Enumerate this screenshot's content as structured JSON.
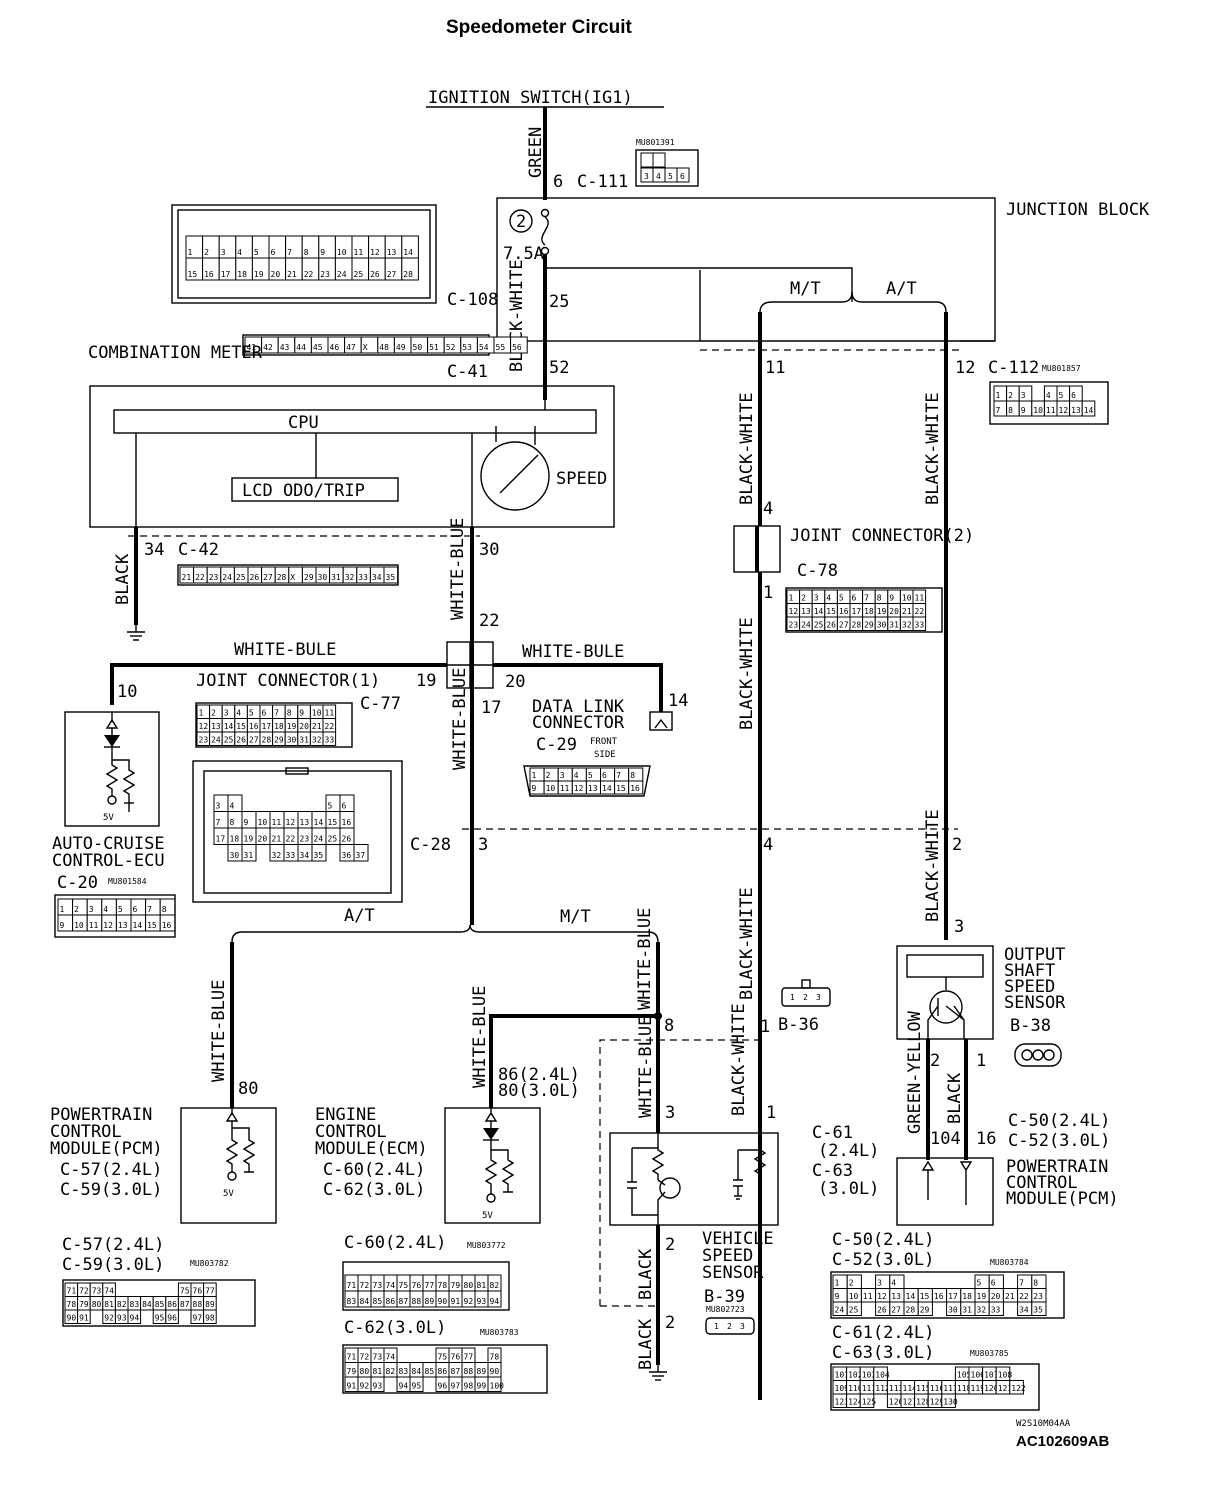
{
  "title": "Speedometer Circuit",
  "source": "IGNITION SWITCH(IG1)",
  "wires": {
    "green": "GREEN",
    "black_white": "BLACK-WHITE",
    "black": "BLACK",
    "white_blue": "WHITE-BLUE",
    "white_bule": "WHITE-BULE",
    "green_yellow": "GREEN-YELLOW"
  },
  "junction_block": {
    "name": "JUNCTION BLOCK",
    "fuse_no": "2",
    "fuse_rating": "7.5A",
    "mt": "M/T",
    "at": "A/T"
  },
  "combination_meter": {
    "name": "COMBINATION METER",
    "cpu": "CPU",
    "lcd": "LCD ODO/TRIP",
    "speed": "SPEED"
  },
  "connectors": {
    "c111": "C-111",
    "c108": "C-108",
    "c41": "C-41",
    "c42": "C-42",
    "c112": "C-112",
    "c78": "C-78",
    "c77": "C-77",
    "c29": "C-29",
    "c28": "C-28",
    "c20": "C-20",
    "b36": "B-36",
    "b38": "B-38",
    "b39": "B-39",
    "mu801391": "MU801391",
    "mu801857": "MU801857",
    "mu801584": "MU801584",
    "mu803782": "MU803782",
    "mu803772": "MU803772",
    "mu803783": "MU803783",
    "mu803784": "MU803784",
    "mu803785": "MU803785",
    "mu802723": "MU802723"
  },
  "pins": {
    "p6": "6",
    "p25": "25",
    "p52": "52",
    "p11": "11",
    "p12": "12",
    "p4": "4",
    "p1": "1",
    "p34": "34",
    "p30": "30",
    "p22": "22",
    "p19": "19",
    "p20": "20",
    "p17": "17",
    "p10": "10",
    "p14": "14",
    "p3": "3",
    "p2": "2",
    "p80": "80",
    "p8": "8",
    "p86": "86(2.4L)",
    "p80b": "80(3.0L)",
    "p104": "104",
    "p16": "16"
  },
  "joint_connector_1": "JOINT CONNECTOR(1)",
  "joint_connector_2": "JOINT CONNECTOR(2)",
  "data_link": {
    "name1": "DATA LINK",
    "name2": "CONNECTOR",
    "front1": "FRONT",
    "front2": "SIDE"
  },
  "auto_cruise": {
    "name1": "AUTO-CRUISE",
    "name2": "CONTROL-ECU",
    "v5": "5V"
  },
  "pcm_left": {
    "l1": "POWERTRAIN",
    "l2": "CONTROL",
    "l3": "MODULE(PCM)",
    "c1": "C-57(2.4L)",
    "c2": "C-59(3.0L)",
    "v5": "5V"
  },
  "ecm": {
    "l1": "ENGINE",
    "l2": "CONTROL",
    "l3": "MODULE(ECM)",
    "c1": "C-60(2.4L)",
    "c2": "C-62(3.0L)",
    "v5": "5V"
  },
  "vss": {
    "l1": "VEHICLE",
    "l2": "SPEED",
    "l3": "SENSOR"
  },
  "oss": {
    "l1": "OUTPUT",
    "l2": "SHAFT",
    "l3": "SPEED",
    "l4": "SENSOR"
  },
  "pcm_right": {
    "l1": "POWERTRAIN",
    "l2": "CONTROL",
    "l3": "MODULE(PCM)",
    "c61": "C-61",
    "c61b": "(2.4L)",
    "c63": "C-63",
    "c63b": "(3.0L)",
    "c50": "C-50(2.4L)",
    "c52": "C-52(3.0L)"
  },
  "bottom_labels": {
    "c57": "C-57(2.4L)",
    "c59": "C-59(3.0L)",
    "c60": "C-60(2.4L)",
    "c62": "C-62(3.0L)",
    "c50": "C-50(2.4L)",
    "c52": "C-52(3.0L)",
    "c61": "C-61(2.4L)",
    "c63": "C-63(3.0L)"
  },
  "figure_codes": {
    "code1": "W2S10M04AA",
    "code2": "AC102609AB"
  }
}
